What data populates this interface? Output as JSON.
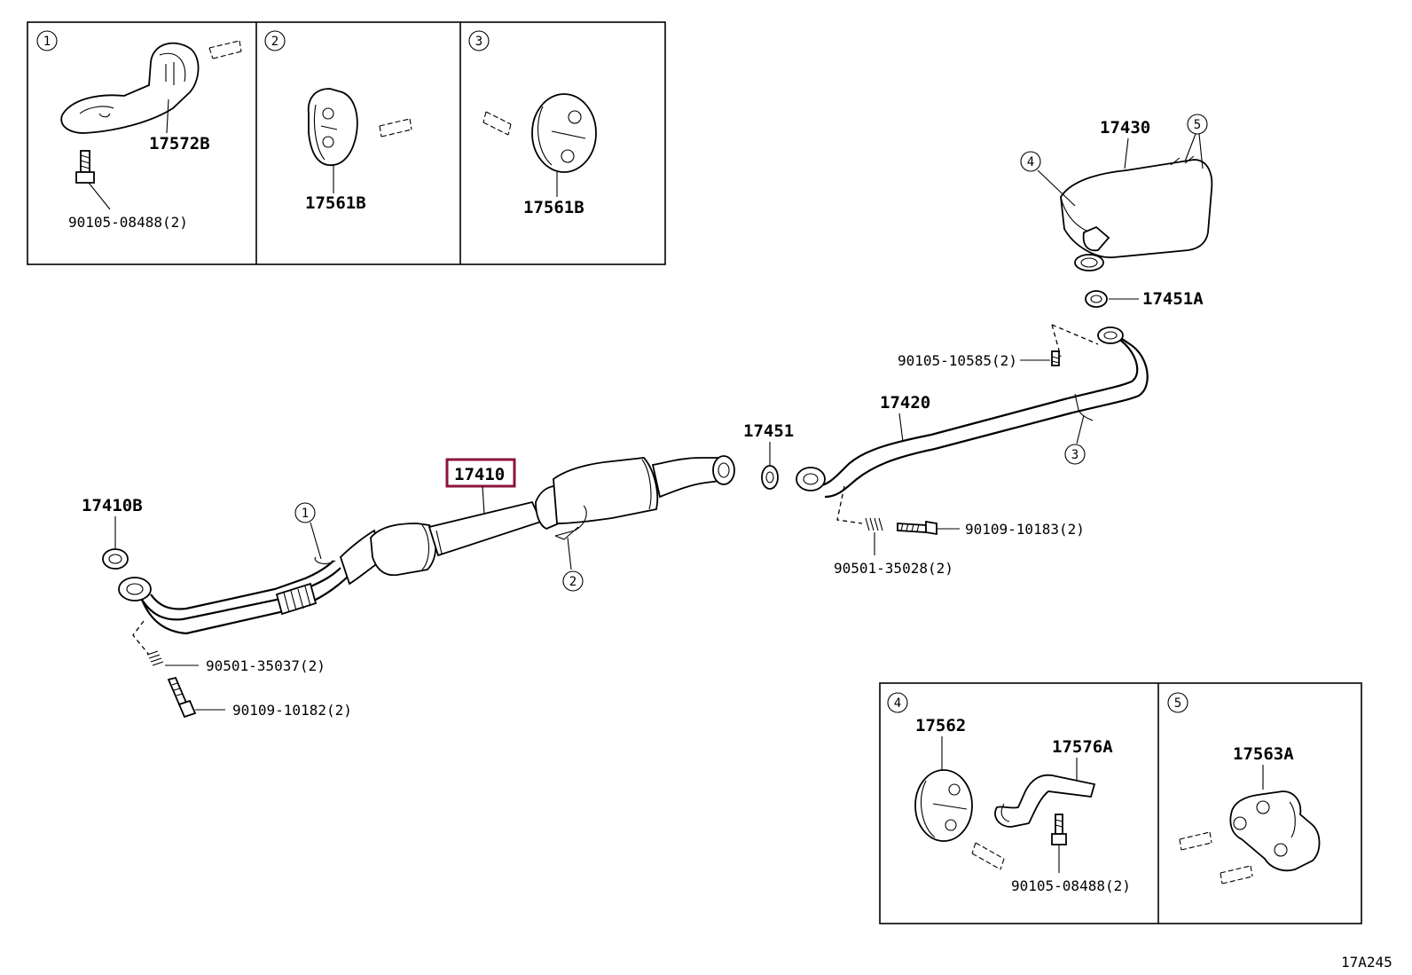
{
  "diagram_id": "17A245",
  "callouts": {
    "c1": "1",
    "c2": "2",
    "c3": "3",
    "c4": "4",
    "c5": "5"
  },
  "insets": {
    "inset1": {
      "num": "1",
      "part": "17572B",
      "bolt": "90105-08488(2)"
    },
    "inset2": {
      "num": "2",
      "part": "17561B"
    },
    "inset3": {
      "num": "3",
      "part": "17561B"
    },
    "inset4": {
      "num": "4",
      "part_a": "17562",
      "part_b": "17576A",
      "bolt": "90105-08488(2)"
    },
    "inset5": {
      "num": "5",
      "part": "17563A"
    }
  },
  "parts": {
    "front_pipe": "17410",
    "front_gasket": "17410B",
    "center_gasket": "17451",
    "center_pipe": "17420",
    "tail_muffler": "17430",
    "rear_gasket": "17451A",
    "spring_front": "90501-35037(2)",
    "bolt_front": "90109-10182(2)",
    "spring_center": "90501-35028(2)",
    "bolt_center": "90109-10183(2)",
    "bolt_rear": "90105-10585(2)"
  },
  "colors": {
    "highlight": "#8b1538",
    "line": "#000000"
  }
}
